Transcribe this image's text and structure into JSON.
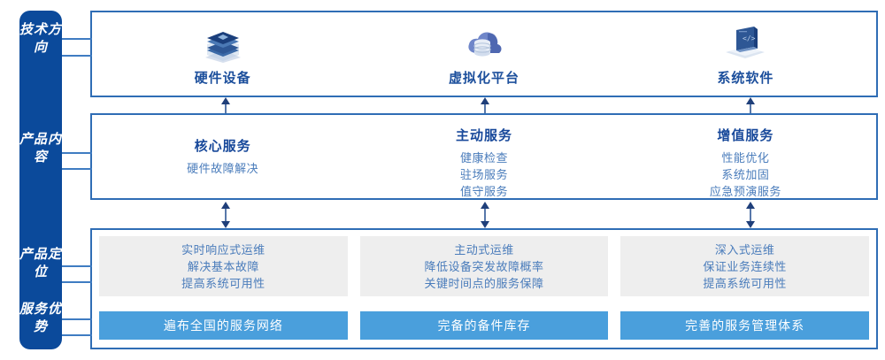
{
  "rail": {
    "labels": [
      {
        "id": "tech",
        "text": "技术方向"
      },
      {
        "id": "content",
        "text": "产品内容"
      },
      {
        "id": "position",
        "text": "产品定位"
      },
      {
        "id": "advantage",
        "text": "服务优势"
      }
    ]
  },
  "tech_section": {
    "items": [
      {
        "icon": "server-stack-icon",
        "label": "硬件设备"
      },
      {
        "icon": "cloud-database-icon",
        "label": "虚拟化平台"
      },
      {
        "icon": "laptop-code-icon",
        "label": "系统软件"
      }
    ]
  },
  "content_section": {
    "columns": [
      {
        "title": "核心服务",
        "items": [
          "硬件故障解决"
        ]
      },
      {
        "title": "主动服务",
        "items": [
          "健康检查",
          "驻场服务",
          "值守服务"
        ]
      },
      {
        "title": "增值服务",
        "items": [
          "性能优化",
          "系统加固",
          "应急预演服务"
        ]
      }
    ]
  },
  "position_section": {
    "cells": [
      {
        "lines": [
          "实时响应式运维",
          "解决基本故障",
          "提高系统可用性"
        ]
      },
      {
        "lines": [
          "主动式运维",
          "降低设备突发故障概率",
          "关键时间点的服务保障"
        ]
      },
      {
        "lines": [
          "深入式运维",
          "保证业务连续性",
          "提高系统可用性"
        ]
      }
    ]
  },
  "advantage_section": {
    "bars": [
      "遍布全国的服务网络",
      "完备的备件库存",
      "完善的服务管理体系"
    ]
  },
  "colors": {
    "rail_blue": "#0b4a9b",
    "border_blue": "#2f6db5",
    "title_blue": "#17489a",
    "body_blue": "#4a7cbb",
    "bar_blue": "#4a9fdc",
    "gray_panel": "#eeeeee",
    "arrow_navy": "#1f3f7a"
  }
}
